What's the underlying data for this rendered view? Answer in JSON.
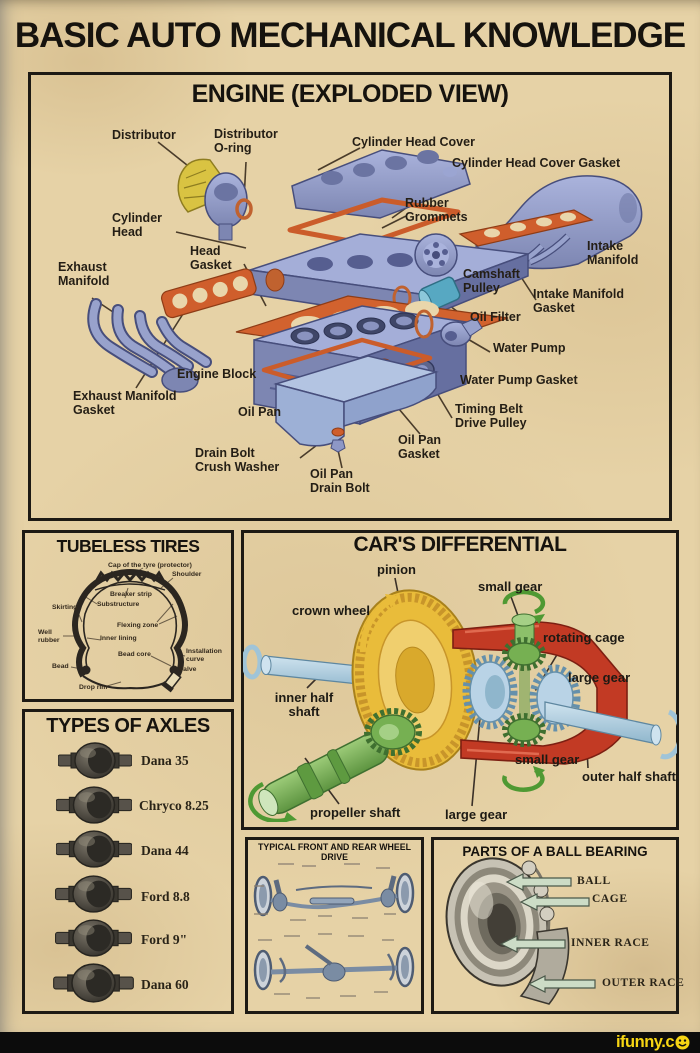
{
  "title": "BASIC AUTO MECHANICAL KNOWLEDGE",
  "engine": {
    "title": "ENGINE (EXPLODED VIEW)",
    "labels": {
      "distributor": "Distributor",
      "distributor_oring": "Distributor\nO-ring",
      "cylinder_head_cover": "Cylinder Head Cover",
      "cylinder_head_cover_gasket": "Cylinder Head Cover Gasket",
      "rubber_grommets": "Rubber\nGrommets",
      "cylinder_head": "Cylinder\nHead",
      "head_gasket": "Head\nGasket",
      "exhaust_manifold": "Exhaust\nManifold",
      "intake_manifold": "Intake\nManifold",
      "camshaft_pulley": "Camshaft\nPulley",
      "intake_manifold_gasket": "Intake Manifold\nGasket",
      "oil_filter": "Oil Filter",
      "water_pump": "Water Pump",
      "engine_block": "Engine Block",
      "water_pump_gasket": "Water Pump Gasket",
      "exhaust_manifold_gasket": "Exhaust Manifold\nGasket",
      "oil_pan": "Oil Pan",
      "timing_belt_drive_pulley": "Timing Belt\nDrive Pulley",
      "oil_pan_gasket": "Oil Pan\nGasket",
      "drain_bolt_crush_washer": "Drain Bolt\nCrush Washer",
      "oil_pan_drain_bolt": "Oil Pan\nDrain Bolt"
    }
  },
  "tires": {
    "title": "TUBELESS TIRES",
    "labels": {
      "cap": "Cap of the tyre (protector)",
      "shoulder": "Shoulder",
      "breaker_strip": "Breaker strip",
      "substructure": "Substructure",
      "skirting": "Skirting",
      "flexing_zone": "Flexing zone",
      "well_rubber": "Well\nrubber",
      "inner_lining": "Inner lining",
      "bead_core": "Bead core",
      "installation_curve": "Installation\ncurve",
      "bead": "Bead",
      "valve": "Valve",
      "drop_rim": "Drop rim"
    }
  },
  "differential": {
    "title": "CAR'S DIFFERENTIAL",
    "labels": {
      "pinion": "pinion",
      "small_gear_top": "small gear",
      "crown_wheel": "crown wheel",
      "rotating_cage": "rotating cage",
      "large_gear_right": "large gear",
      "inner_half_shaft": "inner half\nshaft",
      "small_gear_bottom": "small gear",
      "outer_half_shaft": "outer  half shaft",
      "propeller_shaft": "propeller shaft",
      "large_gear_bottom": "large gear"
    }
  },
  "axles": {
    "title": "TYPES OF AXLES",
    "items": [
      "Dana 35",
      "Chryco 8.25",
      "Dana 44",
      "Ford 8.8",
      "Ford 9\"",
      "Dana 60"
    ]
  },
  "wheel_drive": {
    "title": "TYPICAL FRONT AND REAR WHEEL DRIVE"
  },
  "bearing": {
    "title": "PARTS OF A BALL BEARING",
    "labels": [
      "BALL",
      "CAGE",
      "INNER RACE",
      "OUTER RACE"
    ]
  },
  "footer": {
    "brand": "ifunny.c"
  },
  "colors": {
    "parchment": "#e6d2a6",
    "ink": "#211c14",
    "gasket_orange": "#cf5e2c",
    "engine_blue": "#8f99c6",
    "crown_yellow": "#e9bc3a",
    "cage_red": "#c23a24",
    "gear_green": "#76b052",
    "shaft_blue": "#aac9dd",
    "arrow_green": "#ccdcc6",
    "brand_yellow": "#f6d513"
  }
}
